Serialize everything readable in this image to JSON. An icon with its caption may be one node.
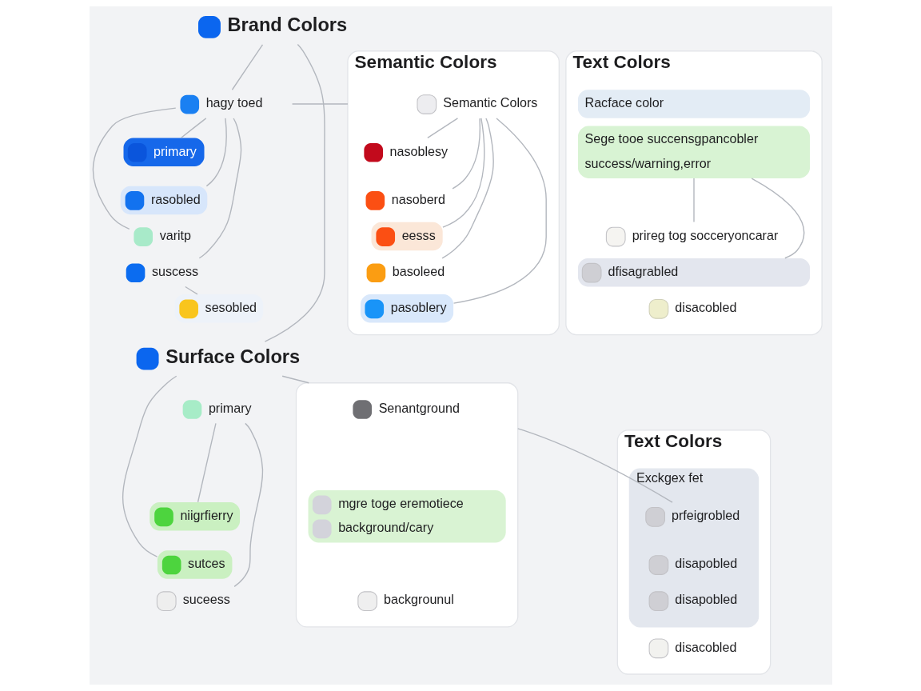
{
  "diagram": {
    "nodes": [
      {
        "text": [
          "Brand Colors"
        ]
      },
      {
        "text": [
          "hagy toed"
        ]
      },
      {
        "text": [
          "primary"
        ]
      },
      {
        "text": [
          "rasobled"
        ]
      },
      {
        "text": [
          "varitp"
        ]
      },
      {
        "text": [
          "suscess"
        ]
      },
      {
        "text": [
          "sesobled"
        ]
      },
      {
        "text": [
          "Surface Colors"
        ]
      },
      {
        "text": [
          "primary"
        ]
      },
      {
        "text": [
          "niigrfierry"
        ]
      },
      {
        "text": [
          "sutces"
        ]
      },
      {
        "text": [
          "suceess"
        ]
      },
      {
        "text": [
          "Semantic Colors"
        ]
      },
      {
        "text": [
          "Semantic Colors"
        ],
        "in": 12
      },
      {
        "text": [
          "nasoblesy"
        ],
        "in": 12
      },
      {
        "text": [
          "nasoberd"
        ],
        "in": 12
      },
      {
        "text": [
          "eesss"
        ],
        "in": 12
      },
      {
        "text": [
          "basoleed"
        ],
        "in": 12
      },
      {
        "text": [
          "pasoblery"
        ],
        "in": 12
      },
      {
        "text": [
          "Text Colors"
        ]
      },
      {
        "text": [
          "Racface color"
        ],
        "in": 19
      },
      {
        "text": [
          "Sege tooe succensgpancobler",
          "success/warning,error"
        ],
        "in": 19
      },
      {
        "text": [
          "prireg tog socceryoncarar"
        ],
        "in": 19
      },
      {
        "text": [
          "dfisagrabled"
        ],
        "in": 19
      },
      {
        "text": [
          "disacobled"
        ],
        "in": 19
      },
      {
        "text": [],
        "shape": "box"
      },
      {
        "text": [
          "Senantground"
        ],
        "in": 25
      },
      {
        "text": [
          "mgre toge eremotiece",
          "background/cary"
        ],
        "in": 25
      },
      {
        "text": [
          "backgrounul"
        ],
        "in": 25
      },
      {
        "text": [
          "Text Colors"
        ]
      },
      {
        "text": [
          "Exckgex fet"
        ],
        "in": 29
      },
      {
        "text": [
          "prfeigrobled"
        ],
        "in": 30
      },
      {
        "text": [
          "disapobled"
        ],
        "in": 30
      },
      {
        "text": [
          "disapobled"
        ],
        "in": 30
      },
      {
        "text": [
          "disacobled"
        ],
        "in": 29
      }
    ],
    "edges": [
      {
        "from": 0,
        "to": 1,
        "arrow": "none"
      },
      {
        "from": 1,
        "to": 2,
        "arrow": "none"
      },
      {
        "from": 1,
        "to": 3,
        "arrow": "none"
      },
      {
        "from": 1,
        "to": 4,
        "arrow": "none"
      },
      {
        "from": 1,
        "to": 5,
        "arrow": "none"
      },
      {
        "from": 5,
        "to": 6,
        "arrow": "none"
      },
      {
        "from": 0,
        "to": 7,
        "arrow": "none"
      },
      {
        "from": 7,
        "to": 10,
        "arrow": "none"
      },
      {
        "from": 8,
        "to": 9,
        "arrow": "none"
      },
      {
        "from": 8,
        "to": 11,
        "arrow": "none"
      },
      {
        "from": null,
        "to": 12,
        "arrow": "none"
      },
      {
        "from": 13,
        "to": 14,
        "arrow": "none"
      },
      {
        "from": 13,
        "to": 15,
        "arrow": "none"
      },
      {
        "from": 13,
        "to": 16,
        "arrow": "none"
      },
      {
        "from": 13,
        "to": 17,
        "arrow": "none"
      },
      {
        "from": 13,
        "to": 18,
        "arrow": "none"
      },
      {
        "from": 7,
        "to": 25,
        "arrow": "none"
      },
      {
        "from": 25,
        "to": 31,
        "arrow": "none"
      },
      {
        "from": 21,
        "to": 22,
        "arrow": "none"
      },
      {
        "from": 21,
        "to": 23,
        "arrow": "none"
      }
    ]
  }
}
